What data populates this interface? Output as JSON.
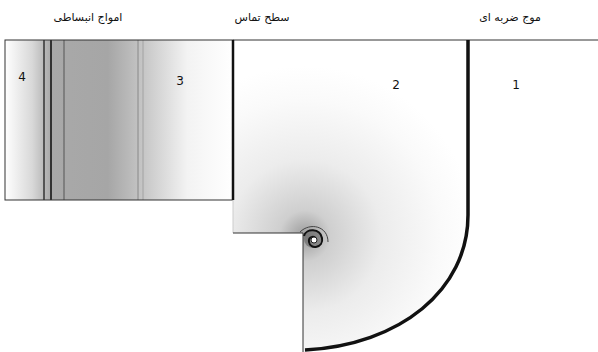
{
  "diagram": {
    "labels": [
      "امواج انبساطی",
      "سطح تماس",
      "موج ضربه ای",
      "4",
      "3",
      "2",
      "1"
    ]
  }
}
